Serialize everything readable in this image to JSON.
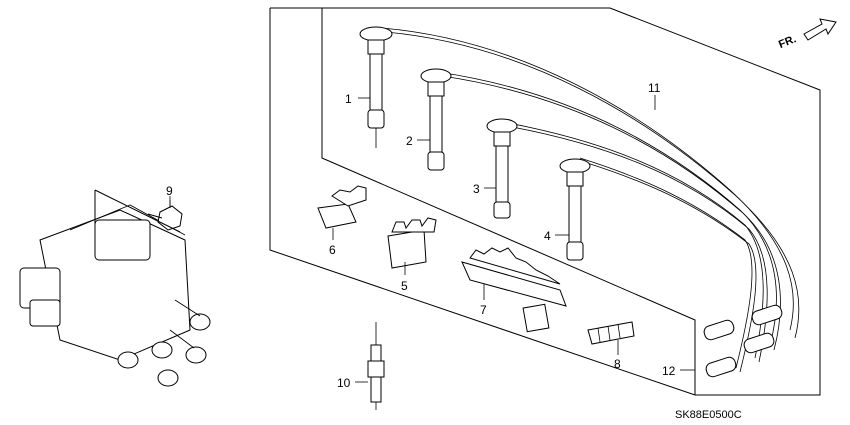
{
  "diagram": {
    "callouts": [
      "1",
      "2",
      "3",
      "4",
      "5",
      "6",
      "7",
      "8",
      "9",
      "10",
      "11",
      "12"
    ],
    "direction_label": "FR.",
    "drawing_code": "SK88E0500C"
  }
}
